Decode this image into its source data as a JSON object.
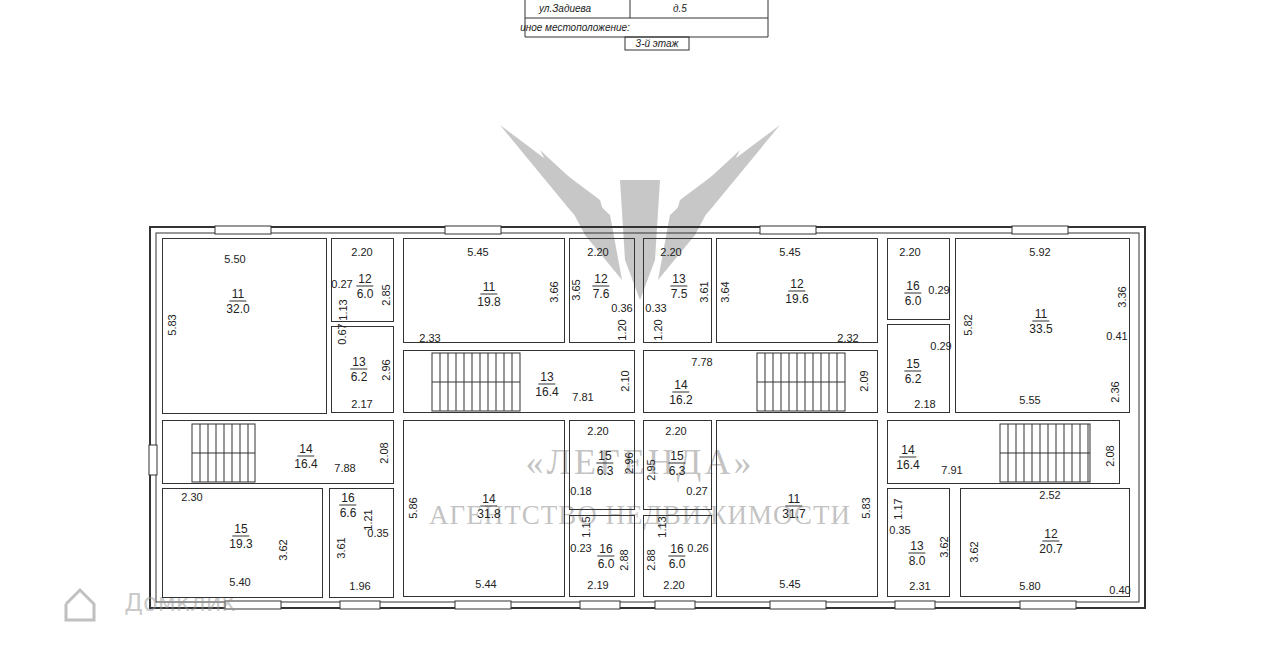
{
  "diagram": {
    "nodes": [
      {
        "text": [
          "11",
          "32.0"
        ]
      },
      {
        "text": [
          "12",
          "6.0"
        ]
      },
      {
        "text": [
          "13",
          "6.2"
        ]
      },
      {
        "text": [
          "14",
          "16.4"
        ]
      },
      {
        "text": [
          "15",
          "19.3"
        ]
      },
      {
        "text": [
          "16",
          "6.6"
        ]
      },
      {
        "text": [
          "11",
          "19.8"
        ]
      },
      {
        "text": [
          "12",
          "7.6"
        ]
      },
      {
        "text": [
          "13",
          "16.4"
        ]
      },
      {
        "text": [
          "14",
          "31.8"
        ]
      },
      {
        "text": [
          "15",
          "6.3"
        ]
      },
      {
        "text": [
          "16",
          "6.0"
        ]
      },
      {
        "text": [
          "13",
          "7.5"
        ]
      },
      {
        "text": [
          "12",
          "19.6"
        ]
      },
      {
        "text": [
          "14",
          "16.2"
        ]
      },
      {
        "text": [
          "15",
          "6.3"
        ]
      },
      {
        "text": [
          "16",
          "6.0"
        ]
      },
      {
        "text": [
          "11",
          "31.7"
        ]
      },
      {
        "text": [
          "16",
          "6.0"
        ]
      },
      {
        "text": [
          "15",
          "6.2"
        ]
      },
      {
        "text": [
          "11",
          "33.5"
        ]
      },
      {
        "text": [
          "14",
          "16.4"
        ]
      },
      {
        "text": [
          "13",
          "8.0"
        ]
      },
      {
        "text": [
          "12",
          "20.7"
        ]
      }
    ],
    "labels": [
      "ул.Задиева",
      "д.5",
      "иное местоположение:",
      "3-й этаж",
      "5.50",
      "5.83",
      "0.27",
      "1.13",
      "0.67",
      "2.20",
      "2.85",
      "2.96",
      "2.17",
      "7.88",
      "2.08",
      "2.30",
      "3.62",
      "5.40",
      "3.61",
      "1.21",
      "0.35",
      "1.96",
      "5.45",
      "3.66",
      "2.33",
      "2.20",
      "3.65",
      "0.36",
      "1.20",
      "7.81",
      "2.10",
      "5.86",
      "5.44",
      "2.20",
      "0.18",
      "2.96",
      "1.15",
      "0.23",
      "2.88",
      "2.19",
      "2.20",
      "0.33",
      "3.61",
      "1.20",
      "5.45",
      "3.64",
      "2.32",
      "7.78",
      "2.09",
      "2.20",
      "2.95",
      "0.27",
      "1.13",
      "2.88",
      "0.26",
      "2.20",
      "5.83",
      "5.45",
      "2.20",
      "0.29",
      "0.29",
      "2.18",
      "5.92",
      "3.36",
      "5.82",
      "0.41",
      "2.36",
      "5.55",
      "7.91",
      "2.08",
      "1.17",
      "0.35",
      "3.62",
      "2.31",
      "2.52",
      "3.62",
      "5.80",
      "0.40",
      "«ЛЕГЕНДА»",
      "АГЕНТСТВО НЕДВИЖИМОСТИ",
      "Домклик"
    ]
  }
}
